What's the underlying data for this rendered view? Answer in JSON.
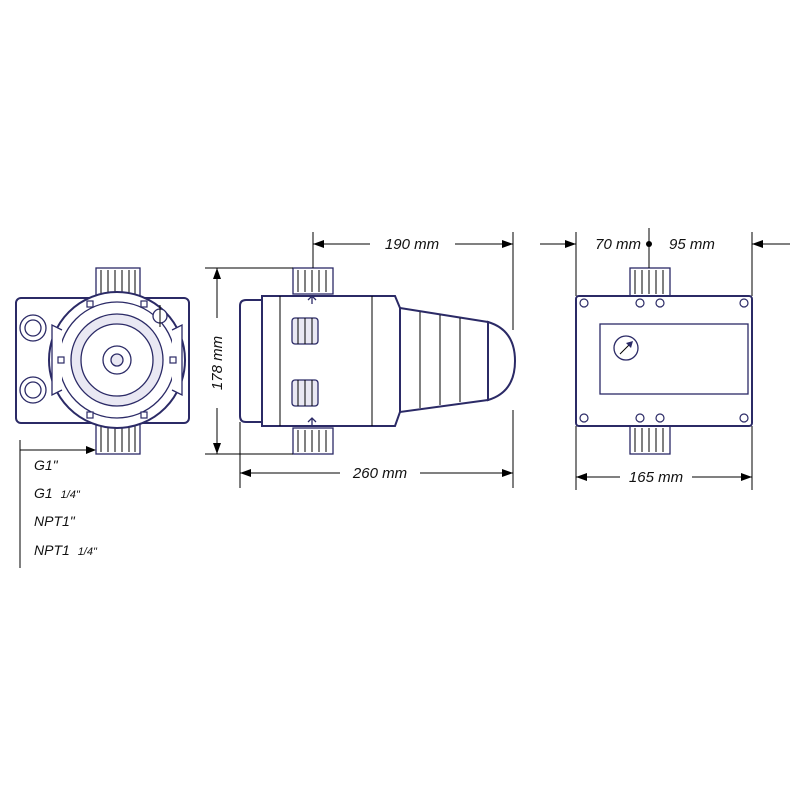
{
  "dimensions": {
    "depth_upper": "190 mm",
    "height": "178 mm",
    "depth_total": "260 mm",
    "offset_left": "70 mm",
    "offset_right": "95 mm",
    "width": "165 mm"
  },
  "threads": {
    "g1": "G1\"",
    "g1_quarter_main": "G1",
    "g1_quarter_sub": "1/4\"",
    "npt1": "NPT1\"",
    "npt1_quarter_main": "NPT1",
    "npt1_quarter_sub": "1/4\""
  },
  "colors": {
    "outline": "#2b2a66",
    "dimension": "#000000"
  },
  "icons": [
    "pressure-gauge-icon"
  ]
}
